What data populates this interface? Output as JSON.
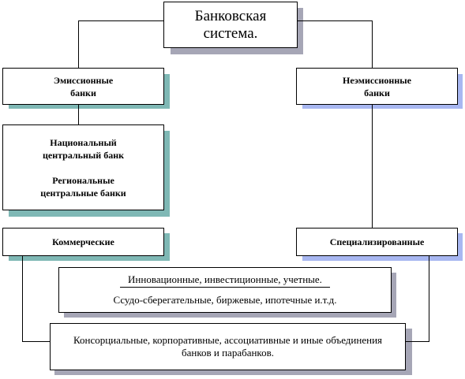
{
  "colors": {
    "shadow_gray": "#a6a6b6",
    "shadow_teal": "#7fb8b5",
    "shadow_blue": "#a8b7f1",
    "line": "#000000"
  },
  "diagram": {
    "title": "Банковская система.",
    "emission": "Эмиссионные банки",
    "non_emission": "Неэмиссионные банки",
    "central_national": "Национальный центральный банк",
    "central_regional": "Региональные центральные банки",
    "commercial": "Коммерческие",
    "specialized": "Специализированные",
    "types_line1": "Инновационные, инвестиционные, учетные.",
    "types_line2": "Ссудо-сберегательные, биржевые, ипотечные и.т.д.",
    "associations": "Консорциальные, корпоративные, ассоциативные и иные объединения банков и парабанков."
  }
}
